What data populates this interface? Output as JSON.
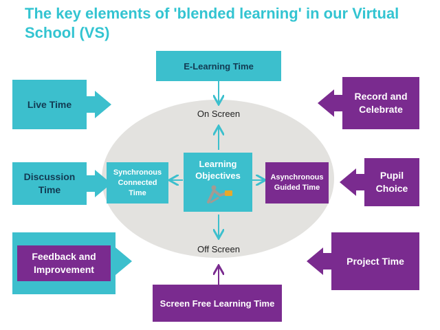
{
  "title": "The key elements of 'blended learning' in our Virtual School (VS)",
  "center": {
    "label": "Learning Objectives"
  },
  "ellipse": {
    "top_label": "On Screen",
    "bottom_label": "Off Screen"
  },
  "inner": {
    "left": "Synchronous Connected Time",
    "right": "Asynchronous Guided Time"
  },
  "top_box": "E-Learning Time",
  "bottom_box": "Screen Free Learning Time",
  "left_boxes": [
    "Live Time",
    "Discussion Time",
    "Feedback and Improvement"
  ],
  "right_boxes": [
    "Record and Celebrate",
    "Pupil Choice",
    "Project Time"
  ],
  "colors": {
    "teal": "#3cbfcd",
    "purple": "#7a2b8f",
    "title": "#33c4d1",
    "ellipse": "#e3e2df"
  }
}
